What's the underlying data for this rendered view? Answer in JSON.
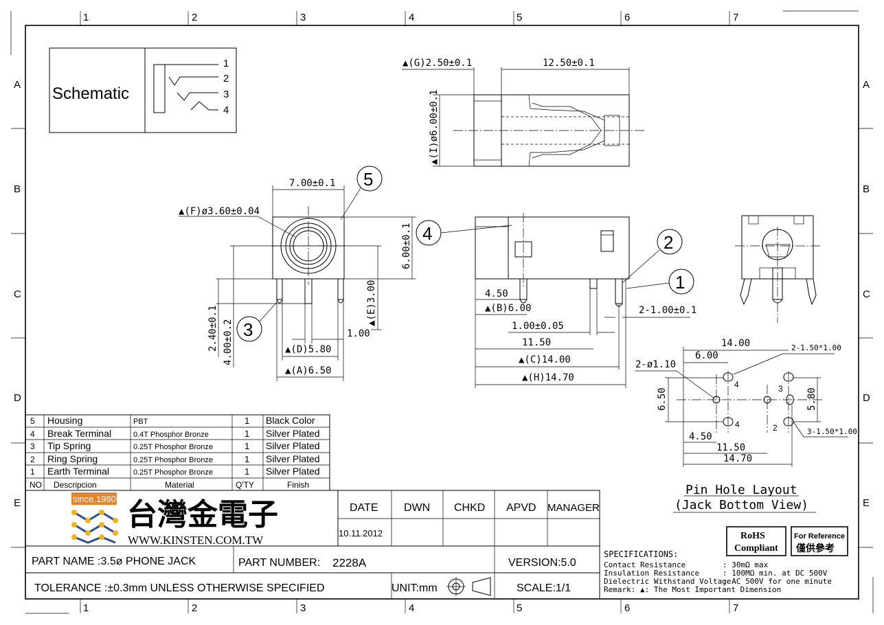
{
  "colors": {
    "line": "#000000",
    "logo_orange": "#e8832a",
    "logo_blue": "#2b4f8e",
    "logo_gold": "#f3b41b"
  },
  "grid": {
    "cols": [
      "1",
      "2",
      "3",
      "4",
      "5",
      "6",
      "7"
    ],
    "rows": [
      "A",
      "B",
      "C",
      "D",
      "E"
    ]
  },
  "schematic": {
    "title": "Schematic",
    "pins": [
      "1",
      "2",
      "3",
      "4"
    ]
  },
  "top_view": {
    "dim_g": "▲(G)2.50±0.1",
    "dim_len": "12.50±0.1",
    "dim_i": "▲(I)ø6.00±0.1"
  },
  "front_view": {
    "dim_width": "7.00±0.1",
    "dim_f": "▲(F)ø3.60±0.04",
    "dim_height": "6.00±0.1",
    "dim_e": "▲(E)3.00",
    "dim_240": "2.40±0.1",
    "dim_400": "4.00±0.2",
    "dim_100": "1.00",
    "dim_d": "▲(D)5.80",
    "dim_a": "▲(A)6.50",
    "balloon_3": "3",
    "balloon_5": "5"
  },
  "side_view": {
    "balloon_4": "4",
    "balloon_2": "2",
    "balloon_1": "1",
    "dim_450": "4.50",
    "dim_b": "▲(B)6.00",
    "dim_100_005": "1.00±0.05",
    "dim_1150": "11.50",
    "dim_c": "▲(C)14.00",
    "dim_h": "▲(H)14.70",
    "dim_2_100": "2-1.00±0.1"
  },
  "pin_layout": {
    "dim_1400": "14.00",
    "dim_600": "6.00",
    "dim_slot_top": "2-1.50*1.00",
    "dim_2_110": "2-ø1.10",
    "dim_650": "6.50",
    "dim_580": "5.80",
    "dim_450": "4.50",
    "dim_1150": "11.50",
    "dim_1470": "14.70",
    "dim_slot_bot": "3-1.50*1.00",
    "pin_4a": "4",
    "pin_3": "3",
    "pin_4b": "4",
    "pin_2": "2",
    "title1": "Pin Hole Layout",
    "title2": "(Jack Bottom View)"
  },
  "bom": {
    "rows": [
      {
        "no": "5",
        "desc": "Housing",
        "material": "PBT",
        "qty": "1",
        "finish": "Black Color"
      },
      {
        "no": "4",
        "desc": "Break Terminal",
        "material": "0.4T Phosphor Bronze",
        "qty": "1",
        "finish": "Silver Plated"
      },
      {
        "no": "3",
        "desc": "Tip Spring",
        "material": "0.25T Phosphor Bronze",
        "qty": "1",
        "finish": "Silver Plated"
      },
      {
        "no": "2",
        "desc": "Ring Spring",
        "material": "0.25T Phosphor Bronze",
        "qty": "1",
        "finish": "Silver Plated"
      },
      {
        "no": "1",
        "desc": "Earth Terminal",
        "material": "0.25T Phosphor Bronze",
        "qty": "1",
        "finish": "Silver Plated"
      }
    ],
    "header": {
      "no": "NO",
      "desc": "Descripcion",
      "material": "Material",
      "qty": "Q'TY",
      "finish": "Finish"
    }
  },
  "title_block": {
    "logo_since": "since.1980",
    "company_cn": "台灣金電子",
    "website": "WWW.KINSTEN.COM.TW",
    "h_date": "DATE",
    "h_dwn": "DWN",
    "h_chkd": "CHKD",
    "h_apvd": "APVD",
    "h_manager": "MANAGER",
    "date": "10.11.2012",
    "part_name": "PART NAME :3.5ø PHONE JACK",
    "part_number_label": "PART NUMBER:",
    "part_number": "2228A",
    "version": "VERSION:5.0",
    "tolerance": "TOLERANCE :±0.3mm UNLESS OTHERWISE SPECIFIED",
    "unit": "UNIT:mm",
    "scale": "SCALE:1/1"
  },
  "badges": {
    "rohs1": "RoHS",
    "rohs2": "Compliant",
    "ref1": "For Reference",
    "ref2": "僅供參考"
  },
  "specs": {
    "title": "SPECIFICATIONS:",
    "rows": [
      {
        "label": "Contact Resistance",
        "value": ": 30mΩ max"
      },
      {
        "label": "Insulation Resistance",
        "value": ": 100MΩ min. at DC 500V"
      },
      {
        "label": "Dielectric Withstand Voltage",
        "value": ": AC 500V for one minute"
      }
    ],
    "remark": "Remark: ▲: The Most Important Dimension"
  }
}
